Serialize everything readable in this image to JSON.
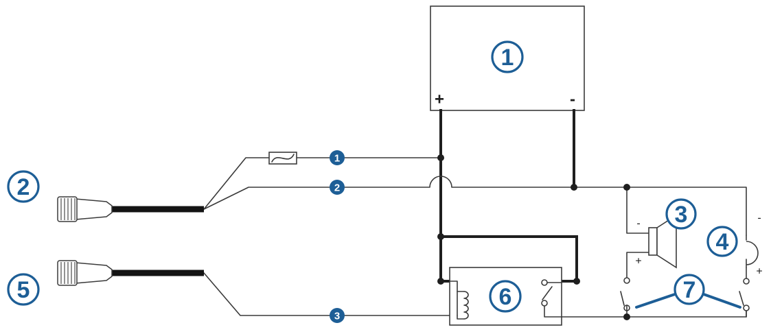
{
  "callouts": [
    "1",
    "2",
    "3",
    "4",
    "5",
    "6",
    "7"
  ],
  "wire_badges": [
    "1",
    "2",
    "3"
  ],
  "polarity": {
    "battery_positive": "+",
    "battery_negative": "-",
    "horn_negative": "-",
    "horn_positive": "+",
    "light_negative": "-",
    "light_positive": "+"
  },
  "colors": {
    "callout_blue": "#1d5e96",
    "wire": "#3a3a3a",
    "heavy_wire": "#1e1e1e",
    "cable": "#141414"
  }
}
